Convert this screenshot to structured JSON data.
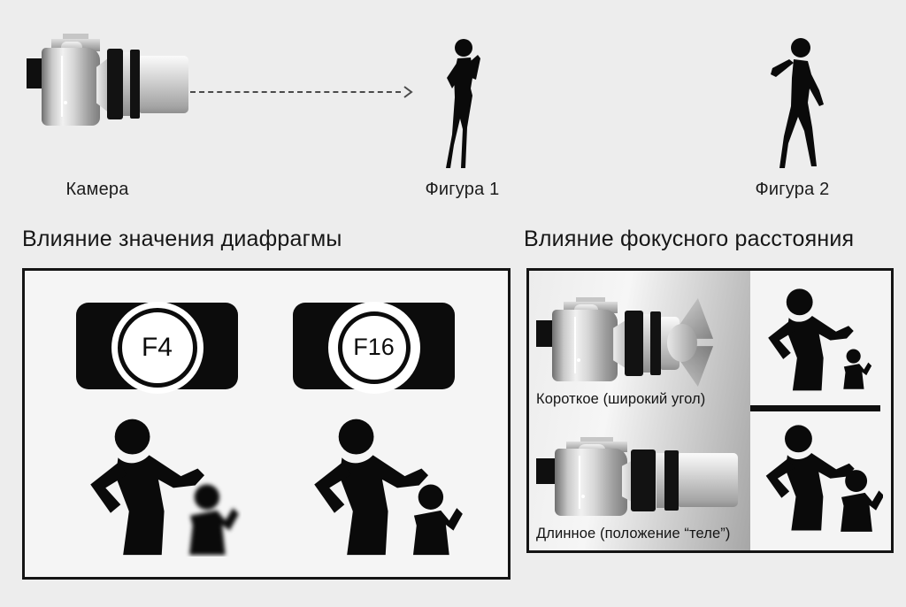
{
  "scene": {
    "camera_label": "Камера",
    "figure1_label": "Фигура 1",
    "figure2_label": "Фигура 2"
  },
  "aperture_panel": {
    "title": "Влияние значения диафрагмы",
    "f_wide": "F4",
    "f_narrow": "F16",
    "f_wide_result": "child blurred (shallow depth of field)",
    "f_narrow_result": "child sharp (deep depth of field)"
  },
  "focal_panel": {
    "title": "Влияние фокусного расстояния",
    "short_label": "Короткое (широкий угол)",
    "long_label": "Длинное (положение “теле”)"
  },
  "icons": {
    "hero_camera": "camera-side-icon",
    "wide_camera": "camera-wide-angle-lens-icon",
    "tele_camera": "camera-telephoto-lens-icon",
    "arrow": "dashed-arrow-right-icon",
    "figure1": "woman-silhouette-icon",
    "figure2": "man-silhouette-icon",
    "aperture_wide": "aperture-f4-icon",
    "aperture_narrow": "aperture-f16-icon",
    "pairs": "adult-child-silhouette-icon"
  },
  "colors": {
    "page_bg": "#ededed",
    "panel_bg": "#f5f5f5",
    "ink": "#0a0a0a",
    "arrow": "#4a4a4a",
    "gradient_dark": "#a6a6a6"
  }
}
